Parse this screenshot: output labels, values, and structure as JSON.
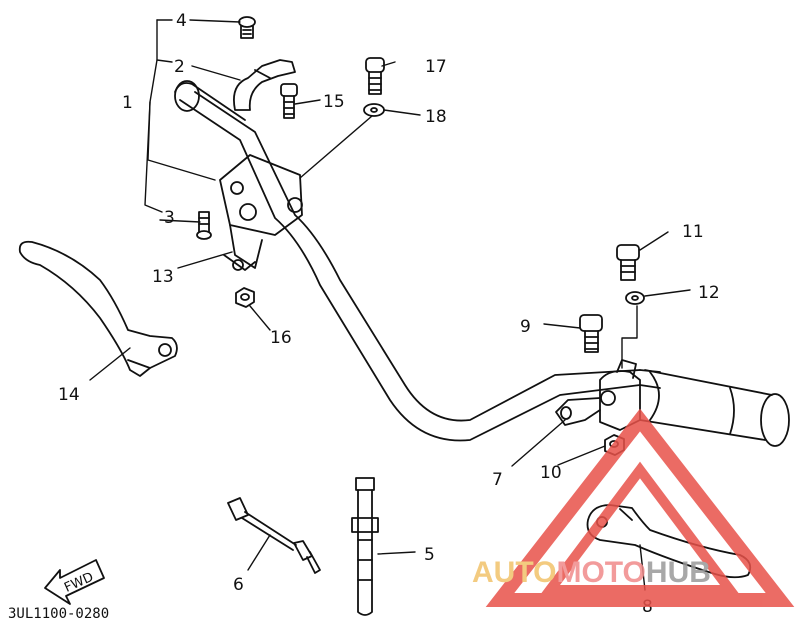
{
  "diagram": {
    "code": "3UL1100-0280",
    "fwd_label": "FWD",
    "parts": [
      {
        "num": "1"
      },
      {
        "num": "2"
      },
      {
        "num": "3"
      },
      {
        "num": "4"
      },
      {
        "num": "5"
      },
      {
        "num": "6"
      },
      {
        "num": "7"
      },
      {
        "num": "8"
      },
      {
        "num": "9"
      },
      {
        "num": "10"
      },
      {
        "num": "11"
      },
      {
        "num": "12"
      },
      {
        "num": "13"
      },
      {
        "num": "14"
      },
      {
        "num": "15"
      },
      {
        "num": "16"
      },
      {
        "num": "17"
      },
      {
        "num": "18"
      }
    ]
  },
  "watermark": {
    "part1": "AUTO",
    "part2": "MOTO",
    "part3": "HUB",
    "colors": {
      "auto": "#f2c26b",
      "moto": "#f08a8a",
      "hub": "#9a9a9a",
      "triangle": "#e8524a"
    }
  }
}
